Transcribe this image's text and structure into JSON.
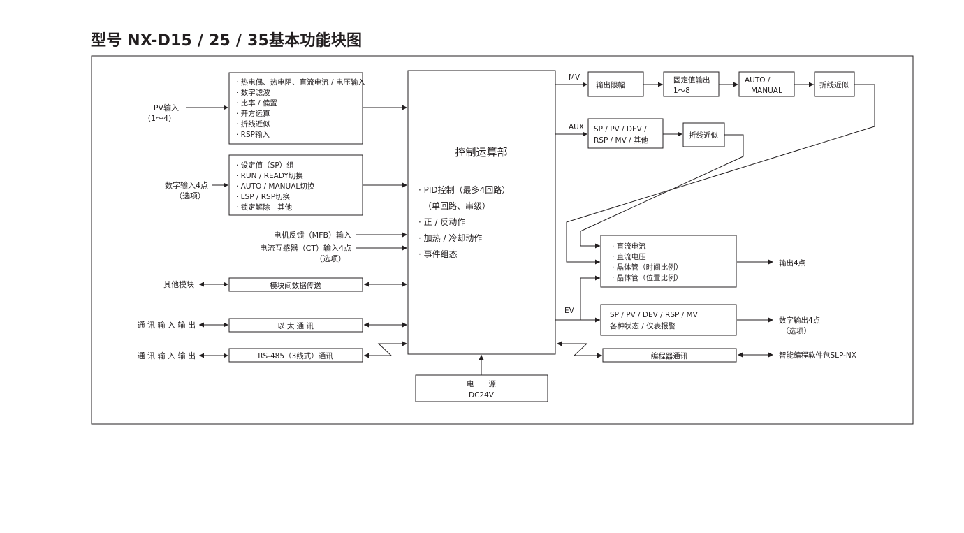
{
  "title": "型号 NX-D15 / 25 / 35基本功能块图",
  "inputs": {
    "pv_label": "PV输入",
    "pv_range": "（1～4）",
    "di_label": "数字输入4点",
    "di_option": "（选项）",
    "mfb_label": "电机反馈（MFB）输入",
    "ct_label": "电流互感器（CT）输入4点",
    "ct_option": "（选项）",
    "other_modules": "其他模块",
    "comm_io_1": "通 讯 输 入 输 出",
    "comm_io_2": "通 讯 输 入 输 出"
  },
  "pv_box": {
    "items": [
      "· 热电偶、热电阻、直流电流 / 电压输入",
      "· 数字滤波",
      "· 比率 / 偏置",
      "· 开方运算",
      "· 折线近似",
      "· RSP输入"
    ]
  },
  "di_box": {
    "items": [
      "· 设定值（SP）组",
      "· RUN / READY切换",
      "· AUTO / MANUAL切换",
      "· LSP / RSP切换",
      "· 锁定解除　其他"
    ]
  },
  "module_comm": "模块间数据传送",
  "ethernet": "以 太 通 讯",
  "rs485": "RS-485（3线式）通讯",
  "control": {
    "title": "控制运算部",
    "items": [
      "· PID控制（最多4回路）",
      "（单回路、串级）",
      "· 正 / 反动作",
      "· 加热 / 冷却动作",
      "· 事件组态"
    ]
  },
  "power": {
    "line1": "电　　源",
    "line2": "DC24V"
  },
  "mv_chain": {
    "label": "MV",
    "limit": "输出限幅",
    "fixed_line1": "固定值输出",
    "fixed_line2": "1～8",
    "auto_line1": "AUTO /",
    "auto_line2": "MANUAL",
    "approx": "折线近似"
  },
  "aux_chain": {
    "label": "AUX",
    "line1": "SP / PV / DEV /",
    "line2": "RSP / MV / 其他",
    "approx": "折线近似"
  },
  "output_box": {
    "items": [
      "· 直流电流",
      "· 直流电压",
      "· 晶体管（时间比例）",
      "· 晶体管（位置比例）"
    ]
  },
  "output_label": "输出4点",
  "ev": {
    "label": "EV",
    "line1": "SP / PV / DEV / RSP / MV",
    "line2": "各种状态 / 仪表报警"
  },
  "do_label": "数字输出4点",
  "do_option": "（选项）",
  "loader": "编程器通讯",
  "slp": "智能编程软件包SLP-NX"
}
